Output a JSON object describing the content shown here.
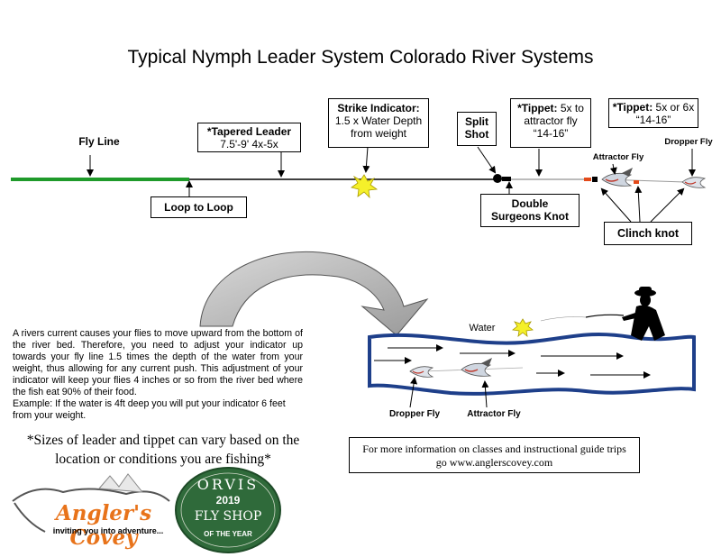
{
  "title": "Typical Nymph Leader System Colorado River Systems",
  "labels": {
    "fly_line": "Fly Line",
    "tapered_leader_bold": "*Tapered Leader",
    "tapered_leader_size": "7.5'-9' 4x-5x",
    "strike_indicator_bold": "Strike Indicator:",
    "strike_indicator_text": "1.5 x Water Depth from weight",
    "split_shot_1": "Split",
    "split_shot_2": "Shot",
    "tippet1_bold": "*Tippet:",
    "tippet1_text_a": " 5x to",
    "tippet1_text_b": "attractor fly",
    "tippet1_text_c": "“14-16”",
    "tippet2_bold": "*Tippet:",
    "tippet2_text_a": " 5x or 6x",
    "tippet2_text_b": "“14-16”",
    "attractor_fly": "Attractor Fly",
    "dropper_fly": "Dropper Fly",
    "loop_to_loop": "Loop to Loop",
    "double_surgeons_1": "Double",
    "double_surgeons_2": "Surgeons Knot",
    "clinch_knot": "Clinch knot",
    "water": "Water",
    "dropper_fly_lower": "Dropper Fly",
    "attractor_fly_lower": "Attractor Fly"
  },
  "paragraph": "A rivers current causes your flies to move upward from the bottom of the river bed.  Therefore, you need to adjust your indicator up towards your fly line 1.5 times the depth of the water from your weight, thus allowing for any current push. This adjustment of your indicator will keep your flies 4 inches or so from the river bed where the fish eat 90% of their food.",
  "example": "Example: If the water is 4ft deep you will put your indicator 6 feet from your weight.",
  "note": "*Sizes of leader and tippet can vary based on the location or conditions you are fishing*",
  "info": {
    "line1": "For more information on classes and instructional guide trips",
    "line2": "go www.anglerscovey.com"
  },
  "logos": {
    "anglers_covey": "Angler's Covey",
    "anglers_tagline": "inviting you into adventure...",
    "orvis": "ORVIS",
    "orvis_year": "2019",
    "orvis_text": "FLY SHOP",
    "orvis_sub": "OF THE YEAR"
  },
  "colors": {
    "fly_line": "#1f9a2a",
    "river_border": "#1e3f8a",
    "indicator": "#f5f02a",
    "orvis_bg": "#2f6a3a",
    "anglers_orange": "#e8731a"
  }
}
